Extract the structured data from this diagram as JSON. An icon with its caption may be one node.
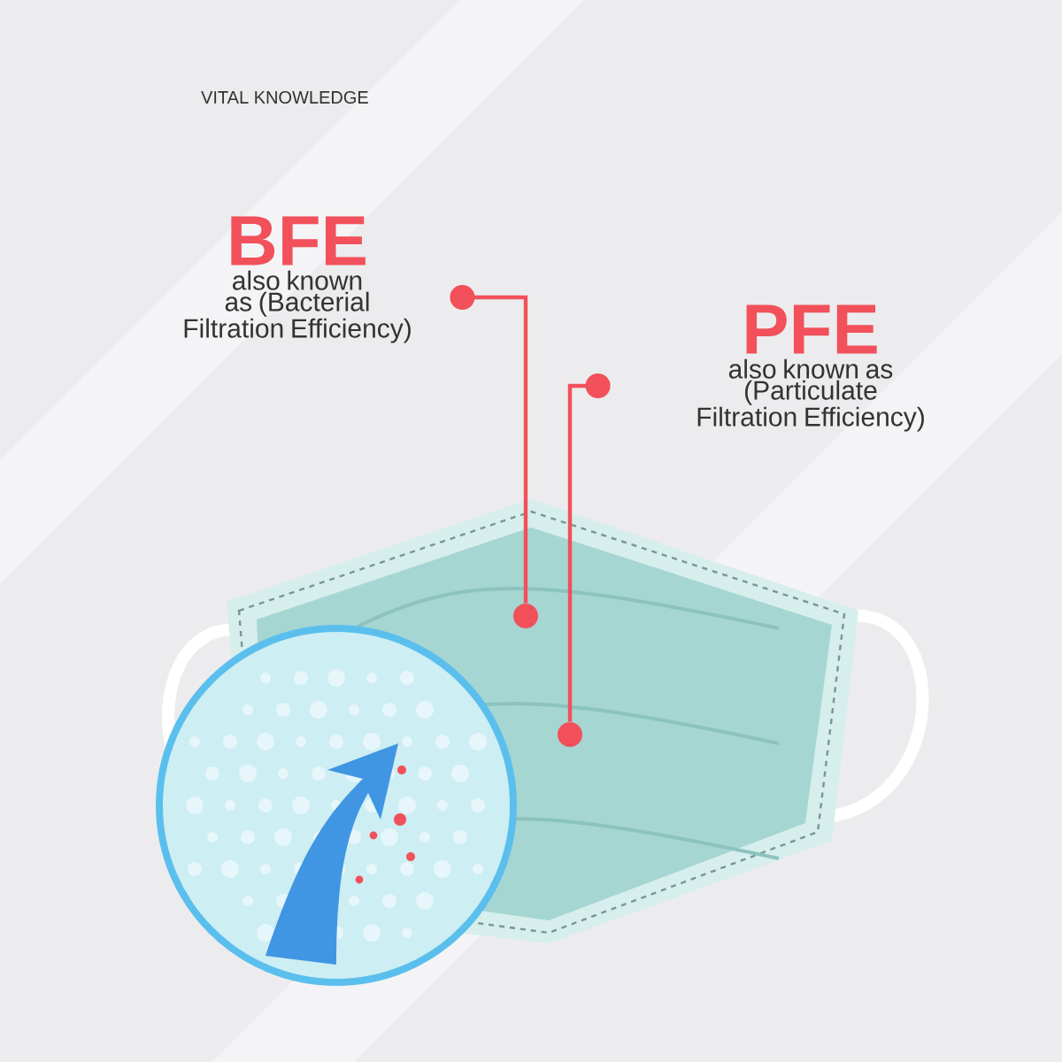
{
  "diagram": {
    "title": "VITAL KNOWLEDGE",
    "nodes": [
      {
        "text": [
          "BFE",
          "also known as (Bacterial Filtration Efficiency)"
        ]
      },
      {
        "text": [
          "PFE",
          "also known as (Particulate Filtration Efficiency)"
        ]
      },
      {
        "text": [],
        "shape": "circle"
      },
      {
        "text": [],
        "shape": "circle"
      }
    ],
    "edges": [
      {
        "from": 0,
        "to": 2,
        "arrow": "other"
      },
      {
        "from": 1,
        "to": 3,
        "arrow": "other"
      }
    ]
  }
}
